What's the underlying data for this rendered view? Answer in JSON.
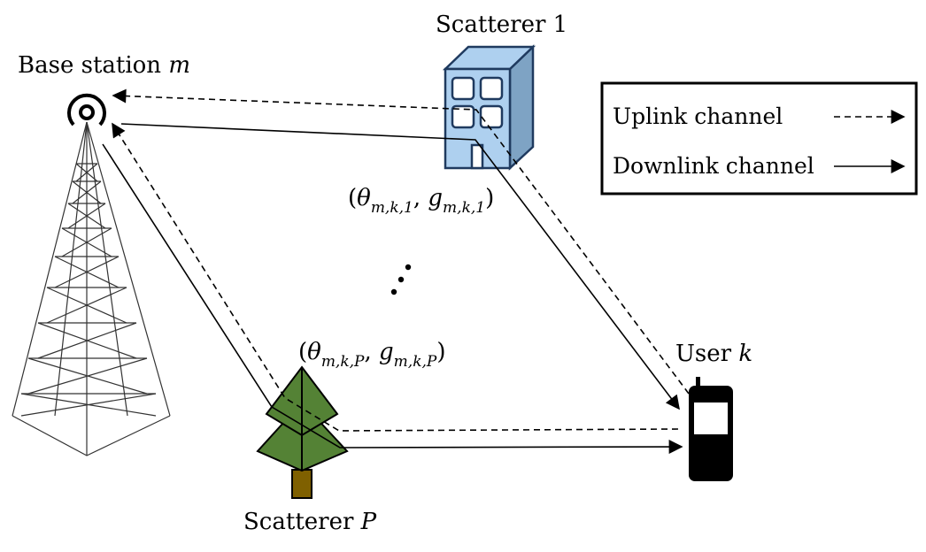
{
  "nodes": {
    "base_station": {
      "label": "Base station ",
      "var": "m"
    },
    "scatterer_1": {
      "label": "Scatterer 1"
    },
    "scatterer_p": {
      "label": "Scatterer ",
      "var": "P"
    },
    "user": {
      "label": "User ",
      "var": "k"
    }
  },
  "params": {
    "scatterer_1": {
      "open": "(",
      "theta": "θ",
      "theta_sub": "m,k,1",
      "sep": ", ",
      "g": "g",
      "g_sub": "m,k,1",
      "close": ")"
    },
    "scatterer_p": {
      "open": "(",
      "theta": "θ",
      "theta_sub": "m,k,P",
      "sep": ", ",
      "g": "g",
      "g_sub": "m,k,P",
      "close": ")"
    }
  },
  "legend": {
    "uplink": "Uplink channel",
    "downlink": "Downlink channel"
  },
  "colors": {
    "building_front": "#aed0ef",
    "building_side": "#7ea3c4",
    "tree_green": "#548235",
    "tree_trunk": "#7f6000",
    "line": "#000000"
  }
}
